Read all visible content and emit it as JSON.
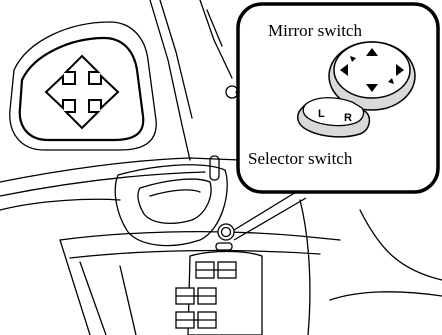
{
  "callouts": {
    "mirror_switch_label": "Mirror switch",
    "selector_switch_label": "Selector switch"
  },
  "selector_keys": {
    "left": "L",
    "right": "R"
  },
  "colors": {
    "line": "#000000",
    "background": "#ffffff",
    "shade": "#d9d9d9"
  }
}
